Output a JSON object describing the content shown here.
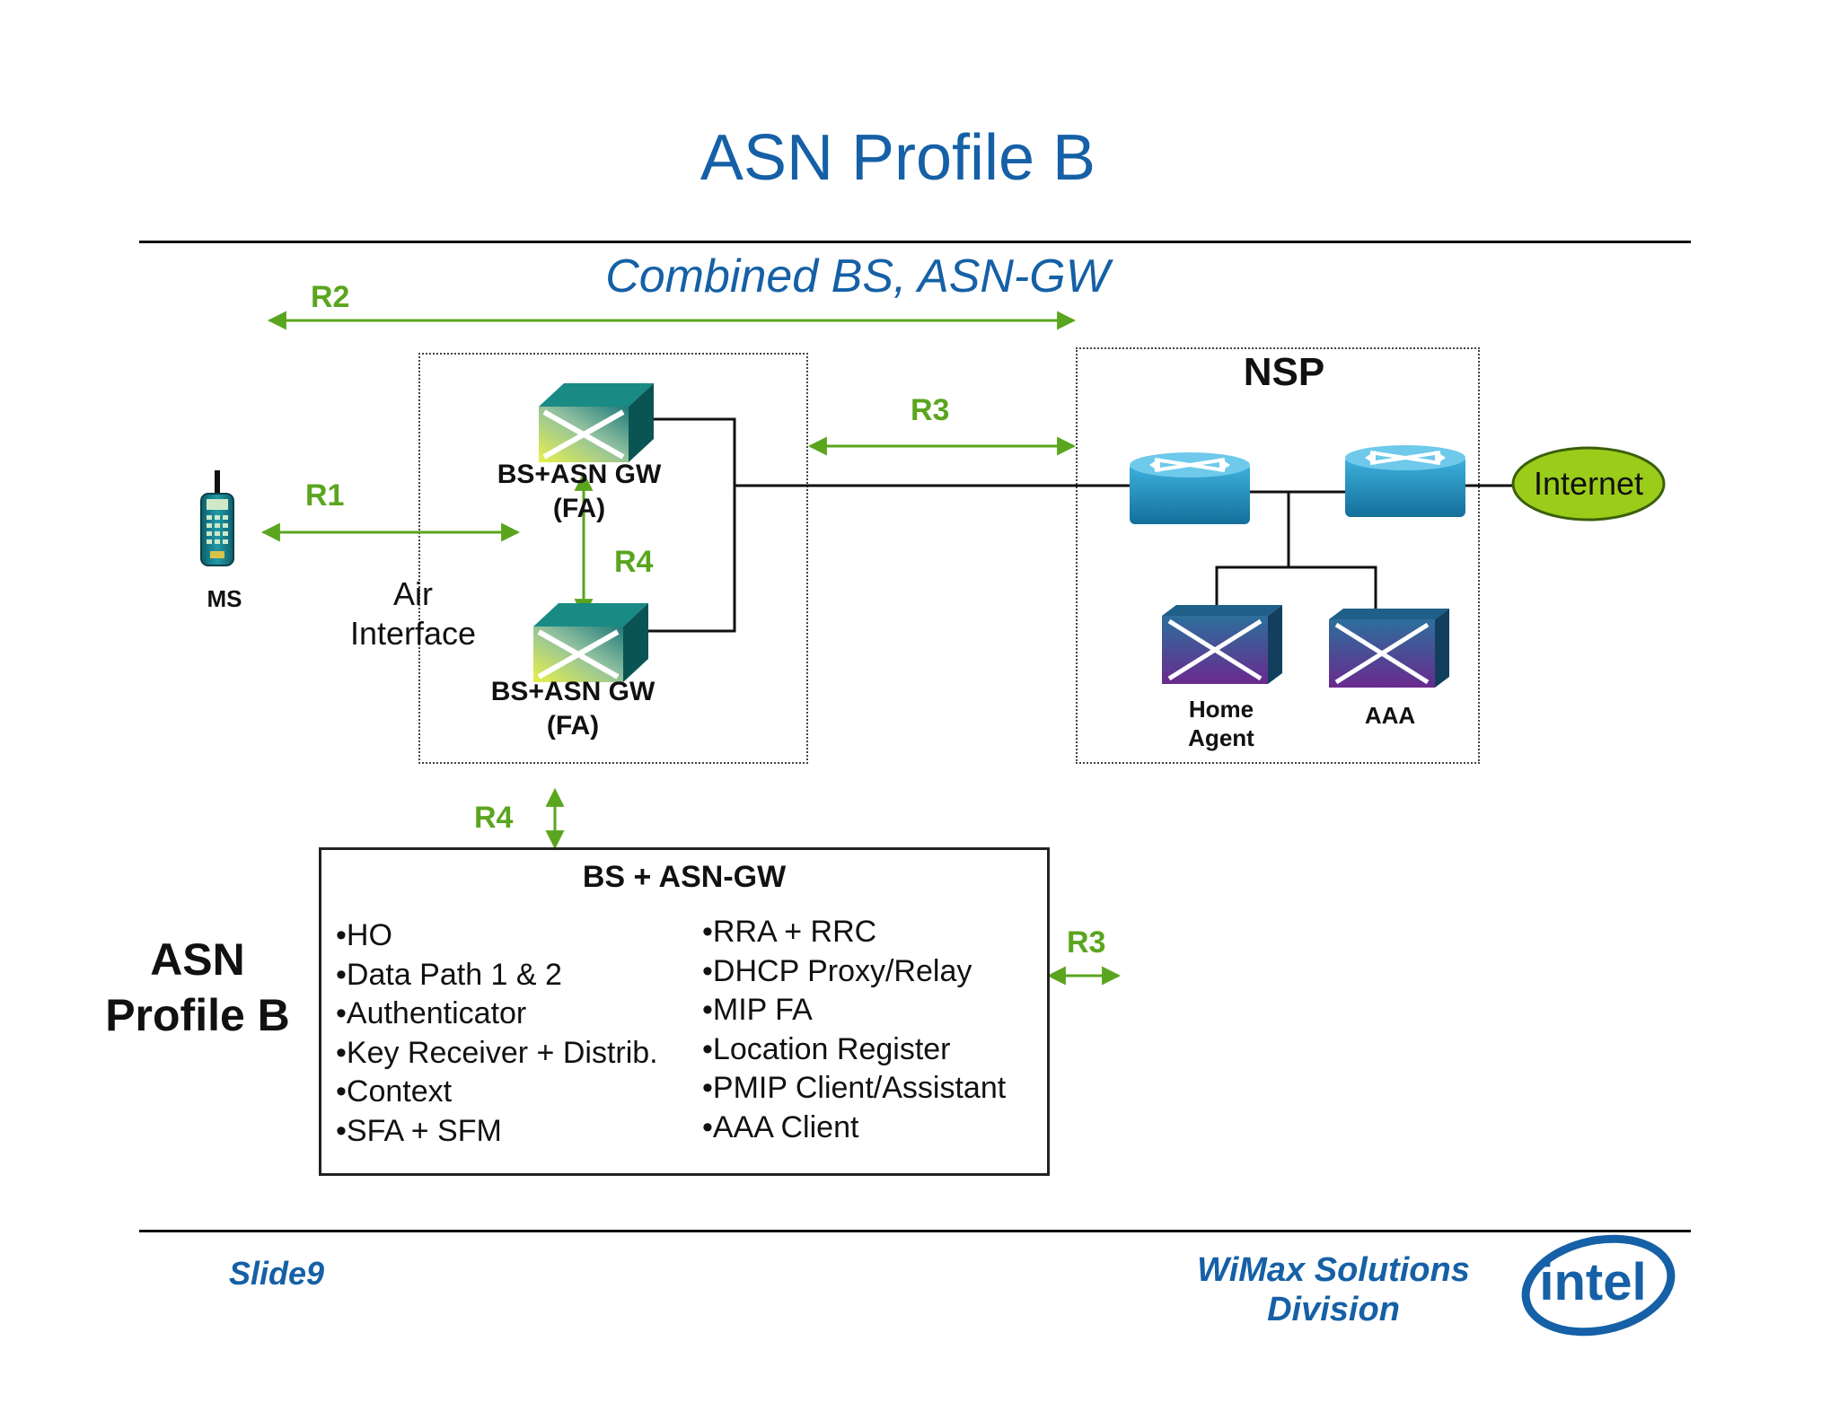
{
  "title": "ASN Profile B",
  "subtitle": "Combined BS, ASN-GW",
  "references": {
    "r1": "R1",
    "r2": "R2",
    "r3_top": "R3",
    "r4_between": "R4",
    "r4_bottom": "R4",
    "r3_right": "R3"
  },
  "nodes": {
    "ms": "MS",
    "air_interface": [
      "Air",
      "Interface"
    ],
    "bs_top": [
      "BS+ASN GW",
      "(FA)"
    ],
    "bs_bottom": [
      "BS+ASN GW",
      "(FA)"
    ],
    "nsp": "NSP",
    "internet": "Internet",
    "home_agent": [
      "Home",
      "Agent"
    ],
    "aaa": "AAA"
  },
  "functions_box": {
    "title": "BS + ASN-GW",
    "left": [
      "•HO",
      "•Data Path 1 & 2",
      "•Authenticator",
      "•Key Receiver + Distrib.",
      "•Context",
      "•SFA + SFM"
    ],
    "right": [
      "•RRA + RRC",
      "•DHCP Proxy/Relay",
      "•MIP FA",
      "•Location Register",
      "•PMIP Client/Assistant",
      "•AAA Client"
    ]
  },
  "profile_label": [
    "ASN",
    "Profile B"
  ],
  "footer": {
    "slide": "Slide9",
    "division": [
      "WiMax Solutions",
      "Division"
    ],
    "logo": "intel"
  },
  "colors": {
    "title_blue": "#1560a6",
    "ref_green": "#5aa51e",
    "internet_fill": "#9acd1a",
    "router_blue": "#1f9ad0",
    "server_purple": "#5a3a8c"
  }
}
